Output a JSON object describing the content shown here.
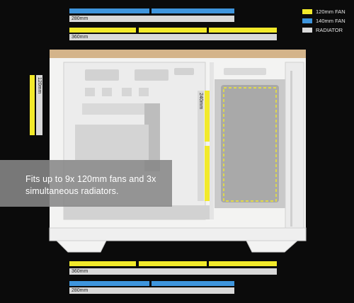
{
  "colors": {
    "fan120": "#f2ea2a",
    "fan140": "#3e95dd",
    "radiator": "#d9d9d9",
    "background": "#0b0b0b",
    "case_white": "#f3f3f2",
    "wood_trim": "#d4b48a"
  },
  "legend": {
    "items": [
      {
        "label": "120mm FAN",
        "color": "#f2ea2a"
      },
      {
        "label": "140mm FAN",
        "color": "#3e95dd"
      },
      {
        "label": "RADIATOR",
        "color": "#d9d9d9"
      }
    ]
  },
  "dimensions": {
    "top_140_label": "280mm",
    "top_120_label": "360mm",
    "bottom_120_label": "360mm",
    "bottom_140_label": "280mm",
    "side_120_label": "120mm",
    "front_radiator_label": "240mm"
  },
  "callout": {
    "text": "Fits up to 9x 120mm fans and 3x simultaneous radiators."
  }
}
